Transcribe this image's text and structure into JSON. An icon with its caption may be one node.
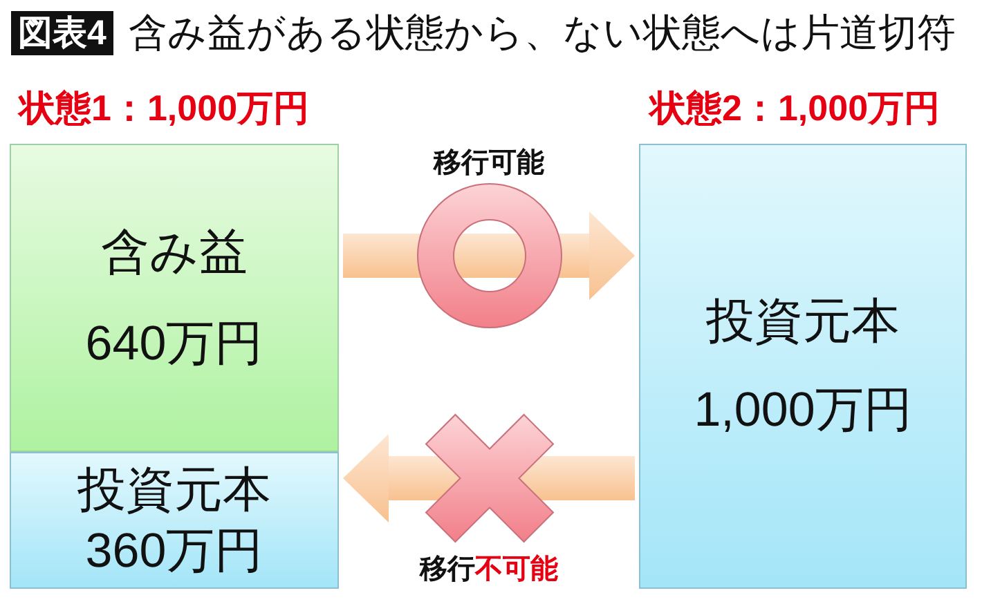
{
  "diagram": {
    "title": "含み益がある状態から、ない状態へは片道切符",
    "nodes": [
      {
        "text": [
          "状態1：1,000万円"
        ]
      },
      {
        "text": [
          "含み益",
          "640万円"
        ],
        "in": 0
      },
      {
        "text": [
          "投資元本",
          "360万円"
        ],
        "in": 0
      },
      {
        "text": [
          "状態2：1,000万円",
          "投資元本",
          "1,000万円"
        ]
      }
    ],
    "edges": [
      {
        "from": 0,
        "to": 3,
        "arrow": "to",
        "label": "移行可能"
      },
      {
        "from": 3,
        "to": 0,
        "arrow": "to",
        "label": "移行**不可能**"
      }
    ],
    "labels": [
      "図表4"
    ]
  }
}
